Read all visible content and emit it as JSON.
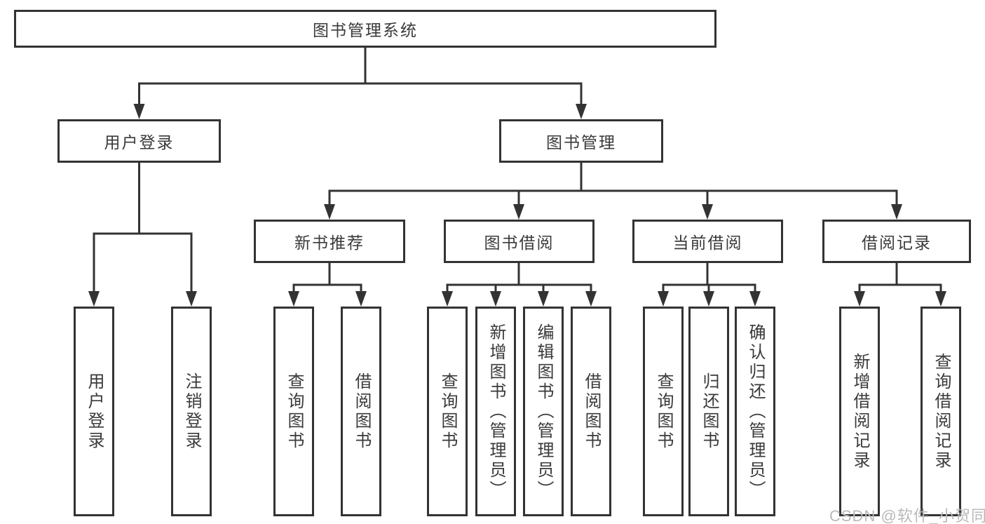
{
  "diagram_type": "tree",
  "tree": {
    "label": "图书管理系统",
    "children": [
      {
        "label": "用户登录",
        "children": [
          {
            "label": "用户登录"
          },
          {
            "label": "注销登录"
          }
        ]
      },
      {
        "label": "图书管理",
        "children": [
          {
            "label": "新书推荐",
            "children": [
              {
                "label": "查询图书"
              },
              {
                "label": "借阅图书"
              }
            ]
          },
          {
            "label": "图书借阅",
            "children": [
              {
                "label": "查询图书"
              },
              {
                "label": "新增图书（管理员）"
              },
              {
                "label": "编辑图书（管理员）"
              },
              {
                "label": "借阅图书"
              }
            ]
          },
          {
            "label": "当前借阅",
            "children": [
              {
                "label": "查询图书"
              },
              {
                "label": "归还图书"
              },
              {
                "label": "确认归还（管理员）"
              }
            ]
          },
          {
            "label": "借阅记录",
            "children": [
              {
                "label": "新增借阅记录"
              },
              {
                "label": "查询借阅记录"
              }
            ]
          }
        ]
      }
    ]
  },
  "watermark": "CSDN @软件_小贺同学",
  "colors": {
    "line": "#333333",
    "text": "#3a3a3a",
    "background": "#ffffff",
    "watermark": "#b9b9b9"
  }
}
